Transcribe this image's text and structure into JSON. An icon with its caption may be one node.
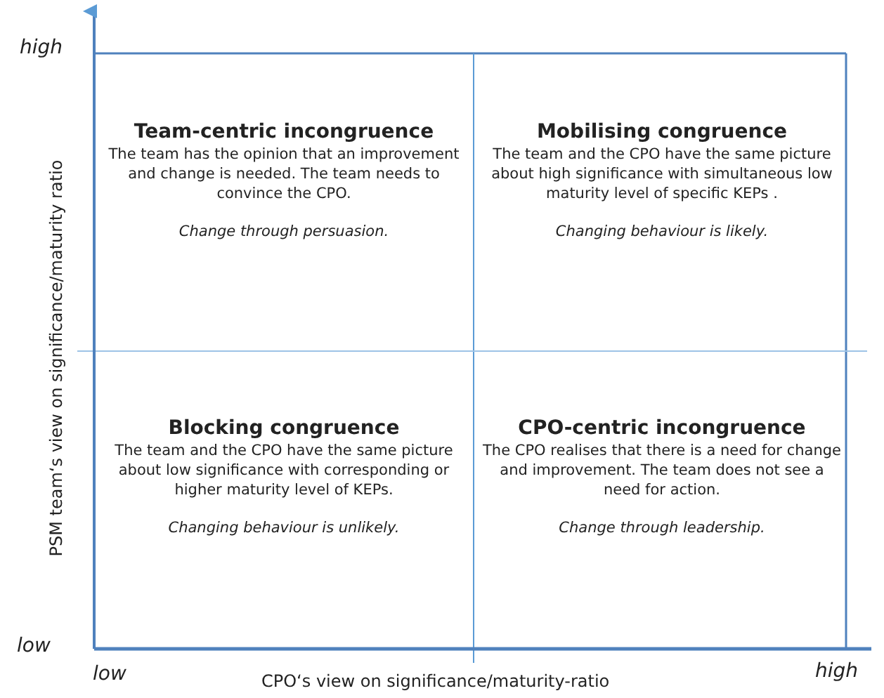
{
  "diagram": {
    "nodes": [
      {
        "text": [
          "Team-centric incongruence",
          "The team has the opinion that an improvement and change is needed. The team needs to convince the CPO.",
          "Change through persuasion."
        ]
      },
      {
        "text": [
          "Mobilising congruence",
          "The team and the CPO have the same picture about high significance with simultaneous low maturity level of specific KEPs .",
          "Changing behaviour is likely."
        ]
      },
      {
        "text": [
          "Blocking congruence",
          "The team and the CPO have  the same picture about low significance with corresponding or higher maturity level of KEPs.",
          "Changing behaviour is unlikely."
        ]
      },
      {
        "text": [
          "CPO-centric incongruence",
          "The CPO realises that there is a need for change and improvement. The team does not see a need for action.",
          "Change through leadership."
        ]
      }
    ],
    "labels": [
      "high",
      "PSM team‘s view on significance/maturity ratio",
      "low",
      "low",
      "CPO‘s view on significance/maturity-ratio",
      "high"
    ]
  }
}
